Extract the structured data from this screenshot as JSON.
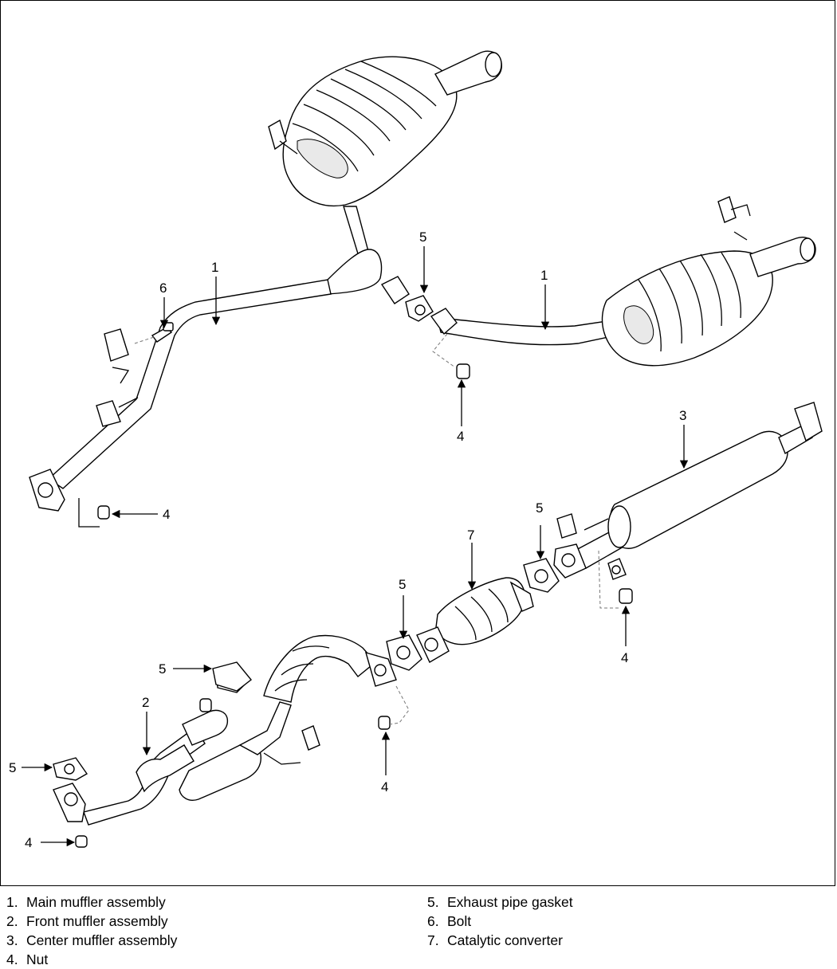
{
  "callouts": {
    "c1a": "1",
    "c1b": "1",
    "c2": "2",
    "c3": "3",
    "c4a": "4",
    "c4b": "4",
    "c4c": "4",
    "c4d": "4",
    "c4e": "4",
    "c5a": "5",
    "c5b": "5",
    "c5c": "5",
    "c5d": "5",
    "c5e": "5",
    "c6": "6",
    "c7": "7"
  },
  "legend": {
    "left": [
      {
        "num": "1.",
        "label": "Main muffler assembly"
      },
      {
        "num": "2.",
        "label": "Front muffler assembly"
      },
      {
        "num": "3.",
        "label": "Center muffler assembly"
      },
      {
        "num": "4.",
        "label": "Nut"
      }
    ],
    "right": [
      {
        "num": "5.",
        "label": "Exhaust pipe gasket"
      },
      {
        "num": "6.",
        "label": "Bolt"
      },
      {
        "num": "7.",
        "label": "Catalytic converter"
      }
    ]
  }
}
